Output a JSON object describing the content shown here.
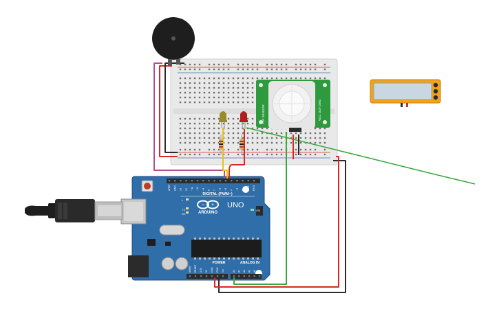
{
  "board": {
    "brand": "ARDUINO",
    "model": "UNO",
    "digital_header": "DIGITAL (PWM~)",
    "power_header": "POWER",
    "analog_header": "ANALOG IN",
    "on_label": "ON",
    "tx_label": "TX",
    "rx_label": "RX",
    "l_label": "L",
    "digital_pins": [
      "AREF",
      "GND",
      "13",
      "12",
      "~11",
      "~10",
      "~9",
      "8",
      "7",
      "~6",
      "~5",
      "4",
      "~3",
      "2",
      "TX 1",
      "RX 0"
    ],
    "power_pins": [
      "IOREF",
      "RESET",
      "3.3V",
      "5V",
      "GND",
      "GND",
      "Vin"
    ],
    "analog_pins": [
      "A0",
      "A1",
      "A2",
      "A3",
      "A4",
      "A5"
    ]
  },
  "pir": {
    "label_left": "PIR SENSOR",
    "label_right": "VCC OUT GND"
  },
  "colors": {
    "board": "#2f6ea8",
    "board_dark": "#1f4f7f",
    "header": "#2b2b2b",
    "breadboard": "#e9e9e9",
    "wire_black": "#2a2a2a",
    "wire_red": "#d42a22",
    "wire_green": "#3aa83a",
    "wire_yellow": "#e8c21c",
    "wire_magenta": "#b84a92",
    "pir_pcb": "#2e9a3e",
    "led_yellow": "#9a8a2a",
    "led_red": "#b01e1e",
    "lcd_frame": "#f2a21b",
    "lcd_screen": "#c9d7e2"
  }
}
